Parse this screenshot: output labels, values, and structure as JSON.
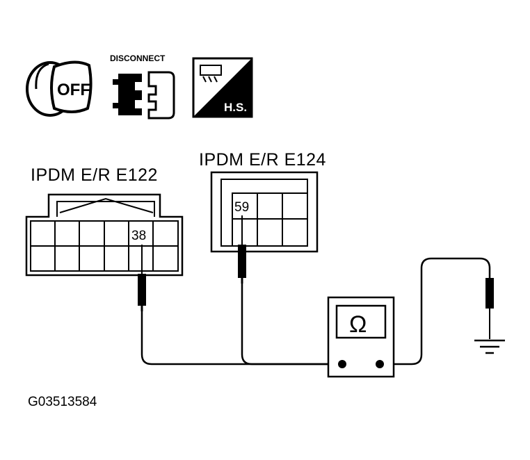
{
  "icons": {
    "ignition": {
      "name": "ignition-key-off-icon",
      "label": "OFF"
    },
    "disconnect": {
      "name": "disconnect-connector-icon",
      "label": "DISCONNECT"
    },
    "harness": {
      "name": "harness-side-icon",
      "label": "H.S."
    }
  },
  "connectors": [
    {
      "id": "e122",
      "title": "IPDM E/R E122",
      "pin": "38"
    },
    {
      "id": "e124",
      "title": "IPDM E/R E124",
      "pin": "59"
    }
  ],
  "meter": {
    "symbol": "Ω",
    "name": "ohmmeter"
  },
  "figure_ref": "G03513584"
}
